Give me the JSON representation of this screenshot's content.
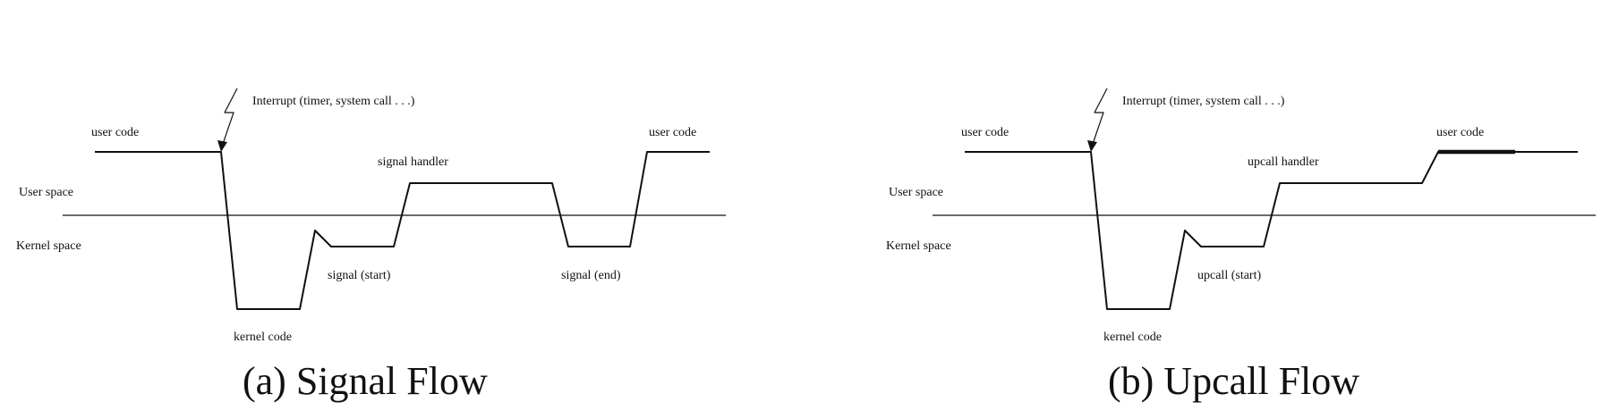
{
  "panel_a": {
    "caption": "(a) Signal Flow",
    "user_space": "User space",
    "kernel_space": "Kernel space",
    "interrupt": "Interrupt (timer, system call . . .)",
    "user_code_left": "user code",
    "user_code_right": "user code",
    "kernel_code": "kernel code",
    "handler": "signal handler",
    "kernel_start": "signal (start)",
    "kernel_end": "signal (end)"
  },
  "panel_b": {
    "caption": "(b) Upcall Flow",
    "user_space": "User space",
    "kernel_space": "Kernel space",
    "interrupt": "Interrupt (timer, system call . . .)",
    "user_code_left": "user code",
    "user_code_right": "user code",
    "kernel_code": "kernel code",
    "handler": "upcall handler",
    "kernel_start": "upcall (start)"
  }
}
